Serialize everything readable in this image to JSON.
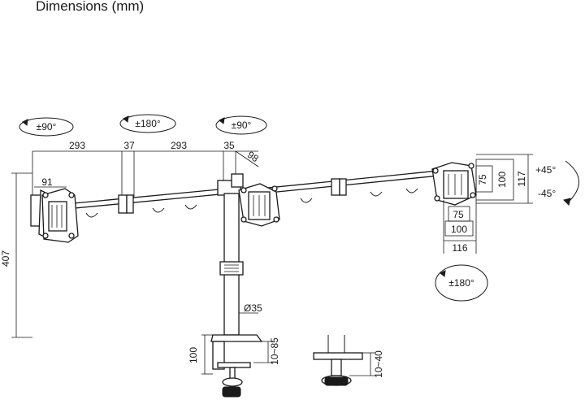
{
  "title": "Dimensions (mm)",
  "rotation": {
    "left_tilt": "±90°",
    "center_top": "±180°",
    "middle_tilt": "±90°",
    "right_bottom": "±180°",
    "right_up": "+45°",
    "right_down": "-45°"
  },
  "dims": {
    "arm_1": "293",
    "gap_1": "37",
    "arm_2": "293",
    "gap_2": "35",
    "arm_3": "98",
    "left_plate": "91",
    "height": "407",
    "pole_diameter": "Ø35",
    "clamp_height": "100",
    "clamp_range": "10~85",
    "grommet_range": "10~40",
    "vesa_75_v": "75",
    "vesa_100_v": "100",
    "plate_117": "117",
    "vesa_75_h": "75",
    "vesa_100_h": "100",
    "plate_116": "116"
  }
}
